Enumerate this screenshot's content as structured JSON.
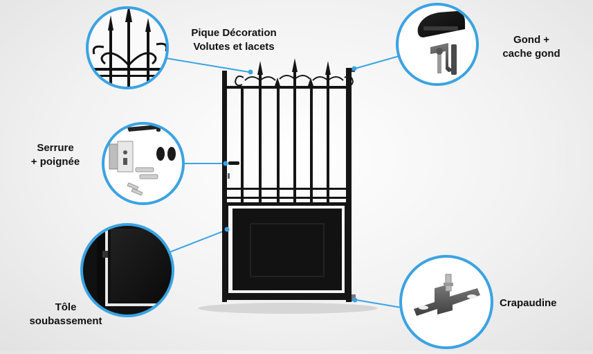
{
  "callouts": {
    "pique": {
      "line1": "Pique Décoration",
      "line2": "Volutes et lacets"
    },
    "gond": {
      "line1": "Gond +",
      "line2": "cache gond"
    },
    "serrure": {
      "line1": "Serrure",
      "line2": "+ poignée"
    },
    "tole": {
      "line1": "Tôle",
      "line2": "soubassement"
    },
    "crapaudine": {
      "line1": "Crapaudine"
    }
  },
  "colors": {
    "accent": "#3aa3e3",
    "metal": "#151515",
    "hardware_grey": "#5a5a5a"
  }
}
